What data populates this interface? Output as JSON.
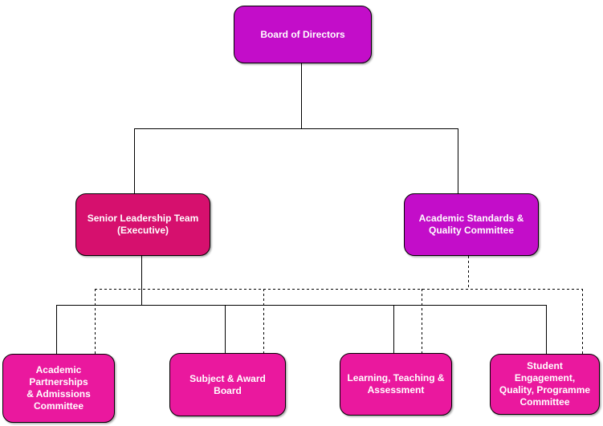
{
  "diagram": {
    "type": "org-chart",
    "background_color": "#FFFFFF",
    "line_color": "#000000",
    "text_color": "#FFFFFF"
  },
  "colors": {
    "magenta": "#C30DC9",
    "raspberry": "#D6106E",
    "pink": "#EA189E"
  },
  "nodes": {
    "board": {
      "label": "Board of Directors",
      "color": "#C30DC9"
    },
    "slt": {
      "label": "Senior Leadership Team\n(Executive)",
      "color": "#D6106E"
    },
    "asqc": {
      "label": "Academic Standards &\nQuality Committee",
      "color": "#C30DC9"
    },
    "partnerships": {
      "label": "Academic Partnerships\n& Admissions\nCommittee",
      "color": "#EA189E"
    },
    "subject_award": {
      "label": "Subject & Award Board",
      "color": "#EA189E"
    },
    "learning": {
      "label": "Learning, Teaching &\nAssessment",
      "color": "#EA189E"
    },
    "student": {
      "label": "Student Engagement,\nQuality, Programme\nCommittee",
      "color": "#EA189E"
    }
  },
  "edges": [
    {
      "from": "Board of Directors",
      "to": "Senior Leadership Team (Executive)",
      "style": "solid"
    },
    {
      "from": "Board of Directors",
      "to": "Academic Standards & Quality Committee",
      "style": "solid"
    },
    {
      "from": "Senior Leadership Team (Executive)",
      "to": "Academic Partnerships & Admissions Committee",
      "style": "solid"
    },
    {
      "from": "Senior Leadership Team (Executive)",
      "to": "Subject & Award Board",
      "style": "solid"
    },
    {
      "from": "Senior Leadership Team (Executive)",
      "to": "Learning, Teaching & Assessment",
      "style": "solid"
    },
    {
      "from": "Senior Leadership Team (Executive)",
      "to": "Student Engagement, Quality, Programme Committee",
      "style": "solid"
    },
    {
      "from": "Academic Standards & Quality Committee",
      "to": "Academic Partnerships & Admissions Committee",
      "style": "dashed"
    },
    {
      "from": "Academic Standards & Quality Committee",
      "to": "Subject & Award Board",
      "style": "dashed"
    },
    {
      "from": "Academic Standards & Quality Committee",
      "to": "Learning, Teaching & Assessment",
      "style": "dashed"
    },
    {
      "from": "Academic Standards & Quality Committee",
      "to": "Student Engagement, Quality, Programme Committee",
      "style": "dashed"
    }
  ]
}
